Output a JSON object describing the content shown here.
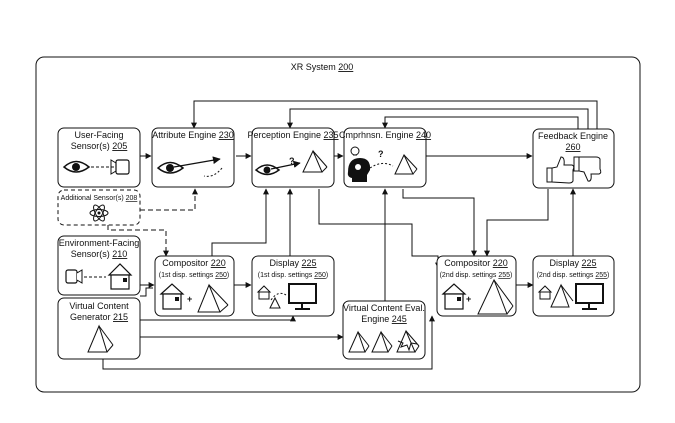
{
  "system": {
    "title": "XR System",
    "ref": "200"
  },
  "boxes": {
    "user_facing": {
      "line1": "User-Facing",
      "line2": "Sensor(s)",
      "ref": "205"
    },
    "attribute": {
      "line1": "Attribute Engine",
      "ref": "230"
    },
    "perception": {
      "line1": "Perception Engine",
      "ref": "235"
    },
    "comprehension": {
      "line1": "Cmprhnsn. Engine",
      "ref": "240"
    },
    "feedback": {
      "line1": "Feedback Engine",
      "ref": "260"
    },
    "additional": {
      "line1": "Additional Sensor(s)",
      "ref": "208"
    },
    "env_facing": {
      "line1": "Environment-Facing",
      "line2": "Sensor(s)",
      "ref": "210"
    },
    "compositor1": {
      "line1": "Compositor",
      "ref": "220",
      "line2": "(1st disp. settings",
      "ref2": "250",
      "close": ")"
    },
    "display1": {
      "line1": "Display",
      "ref": "225",
      "line2": "(1st disp. settings",
      "ref2": "250",
      "close": ")"
    },
    "vc_generator": {
      "line1": "Virtual Content",
      "line2": "Generator",
      "ref": "215"
    },
    "vc_eval": {
      "line1": "Virtual Content Eval.",
      "line2": "Engine",
      "ref": "245"
    },
    "compositor2": {
      "line1": "Compositor",
      "ref": "220",
      "line2": "(2nd disp. settings",
      "ref2": "255",
      "close": ")"
    },
    "display2": {
      "line1": "Display",
      "ref": "225",
      "line2": "(2nd disp. settings",
      "ref2": "255",
      "close": ")"
    }
  },
  "glyphs": {
    "question": "?",
    "plus": "+"
  },
  "colors": {
    "stroke": "#111111",
    "fill": "#ffffff",
    "dark": "#111111"
  }
}
